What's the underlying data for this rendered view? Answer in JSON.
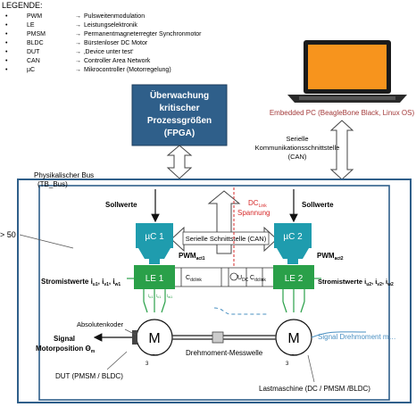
{
  "legend": {
    "title": "LEGENDE:",
    "rows": [
      {
        "abbr": "PWM",
        "desc": "Pulsweitenmodulation"
      },
      {
        "abbr": "LE",
        "desc": "Leistungselektronik"
      },
      {
        "abbr": "PMSM",
        "desc": "Permanentmagneterregter Synchronmotor"
      },
      {
        "abbr": "BLDC",
        "desc": "Bürstenloser DC Motor"
      },
      {
        "abbr": "DUT",
        "desc": "‚Device unter test‘"
      },
      {
        "abbr": "CAN",
        "desc": "Controller Area Network"
      },
      {
        "abbr": "µC",
        "desc": "Mikrocontroller (Motorregelung)"
      }
    ],
    "arrow_glyph": "→",
    "bullet_glyph": "•"
  },
  "fpga": {
    "lines": [
      "Überwachung",
      "kritischer",
      "Prozessgrößen",
      "(FPGA)"
    ]
  },
  "laptop": {
    "caption": "Embedded PC (BeagleBone Black, Linux OS)"
  },
  "can_link": {
    "lines": [
      "Serielle",
      "Kommunikationsschnittstelle",
      "(CAN)"
    ]
  },
  "bus": {
    "line1": "Physikalischer Bus",
    "line2": "(TB_Bus)"
  },
  "left_marker": "> 50",
  "sollwerte_left": "Sollwerte",
  "sollwerte_right": "Sollwerte",
  "dclink": {
    "line1": "DC",
    "sub": "Link",
    "line2": "Spannung"
  },
  "serial_interface": "Serielle Schnittstelle (CAN)",
  "mu_c1": "µC 1",
  "mu_c2": "µC 2",
  "pwm1": {
    "main": "PWM",
    "sub": "act1"
  },
  "pwm2": {
    "main": "PWM",
    "sub": "act2"
  },
  "le1": "LE 1",
  "le2": "LE 2",
  "cdclink": {
    "main": "C",
    "sub": "dclink"
  },
  "udc": {
    "main": "U",
    "sub": "DC"
  },
  "strom_left": {
    "prefix": "Stromistwerte i",
    "s1": "u1",
    "sep1": ", i",
    "s2": "v1",
    "sep2": ", i",
    "s3": "w1"
  },
  "strom_right": {
    "prefix": "Stromistwerte i",
    "s1": "u2",
    "sep1": ", i",
    "s2": "v2",
    "sep2": ", i",
    "s3": "w2"
  },
  "phase_labels": [
    "i",
    "u1",
    "i",
    "v1",
    "i",
    "w1"
  ],
  "absolutenkoder": "Absolutenkoder",
  "signal_pos": {
    "line1": "Signal",
    "line2": "Motorposition Θ",
    "sub": "m"
  },
  "motor_letter": "M",
  "motor_phase_count": "3",
  "tilde": "~",
  "shaft_label": "Drehmoment-Messwelle",
  "signal_torque": "Signal Drehmoment m…",
  "dut_label": "DUT (PMSM / BLDC)",
  "load_label": "Lastmaschine (DC / PMSM /BLDC)",
  "colors": {
    "blue_frame": "#2f5f8a",
    "teal": "#1f9cae",
    "green": "#2aa049",
    "orange": "#f7941d",
    "red": "#d62828",
    "signal_blue": "#4a90c2"
  }
}
